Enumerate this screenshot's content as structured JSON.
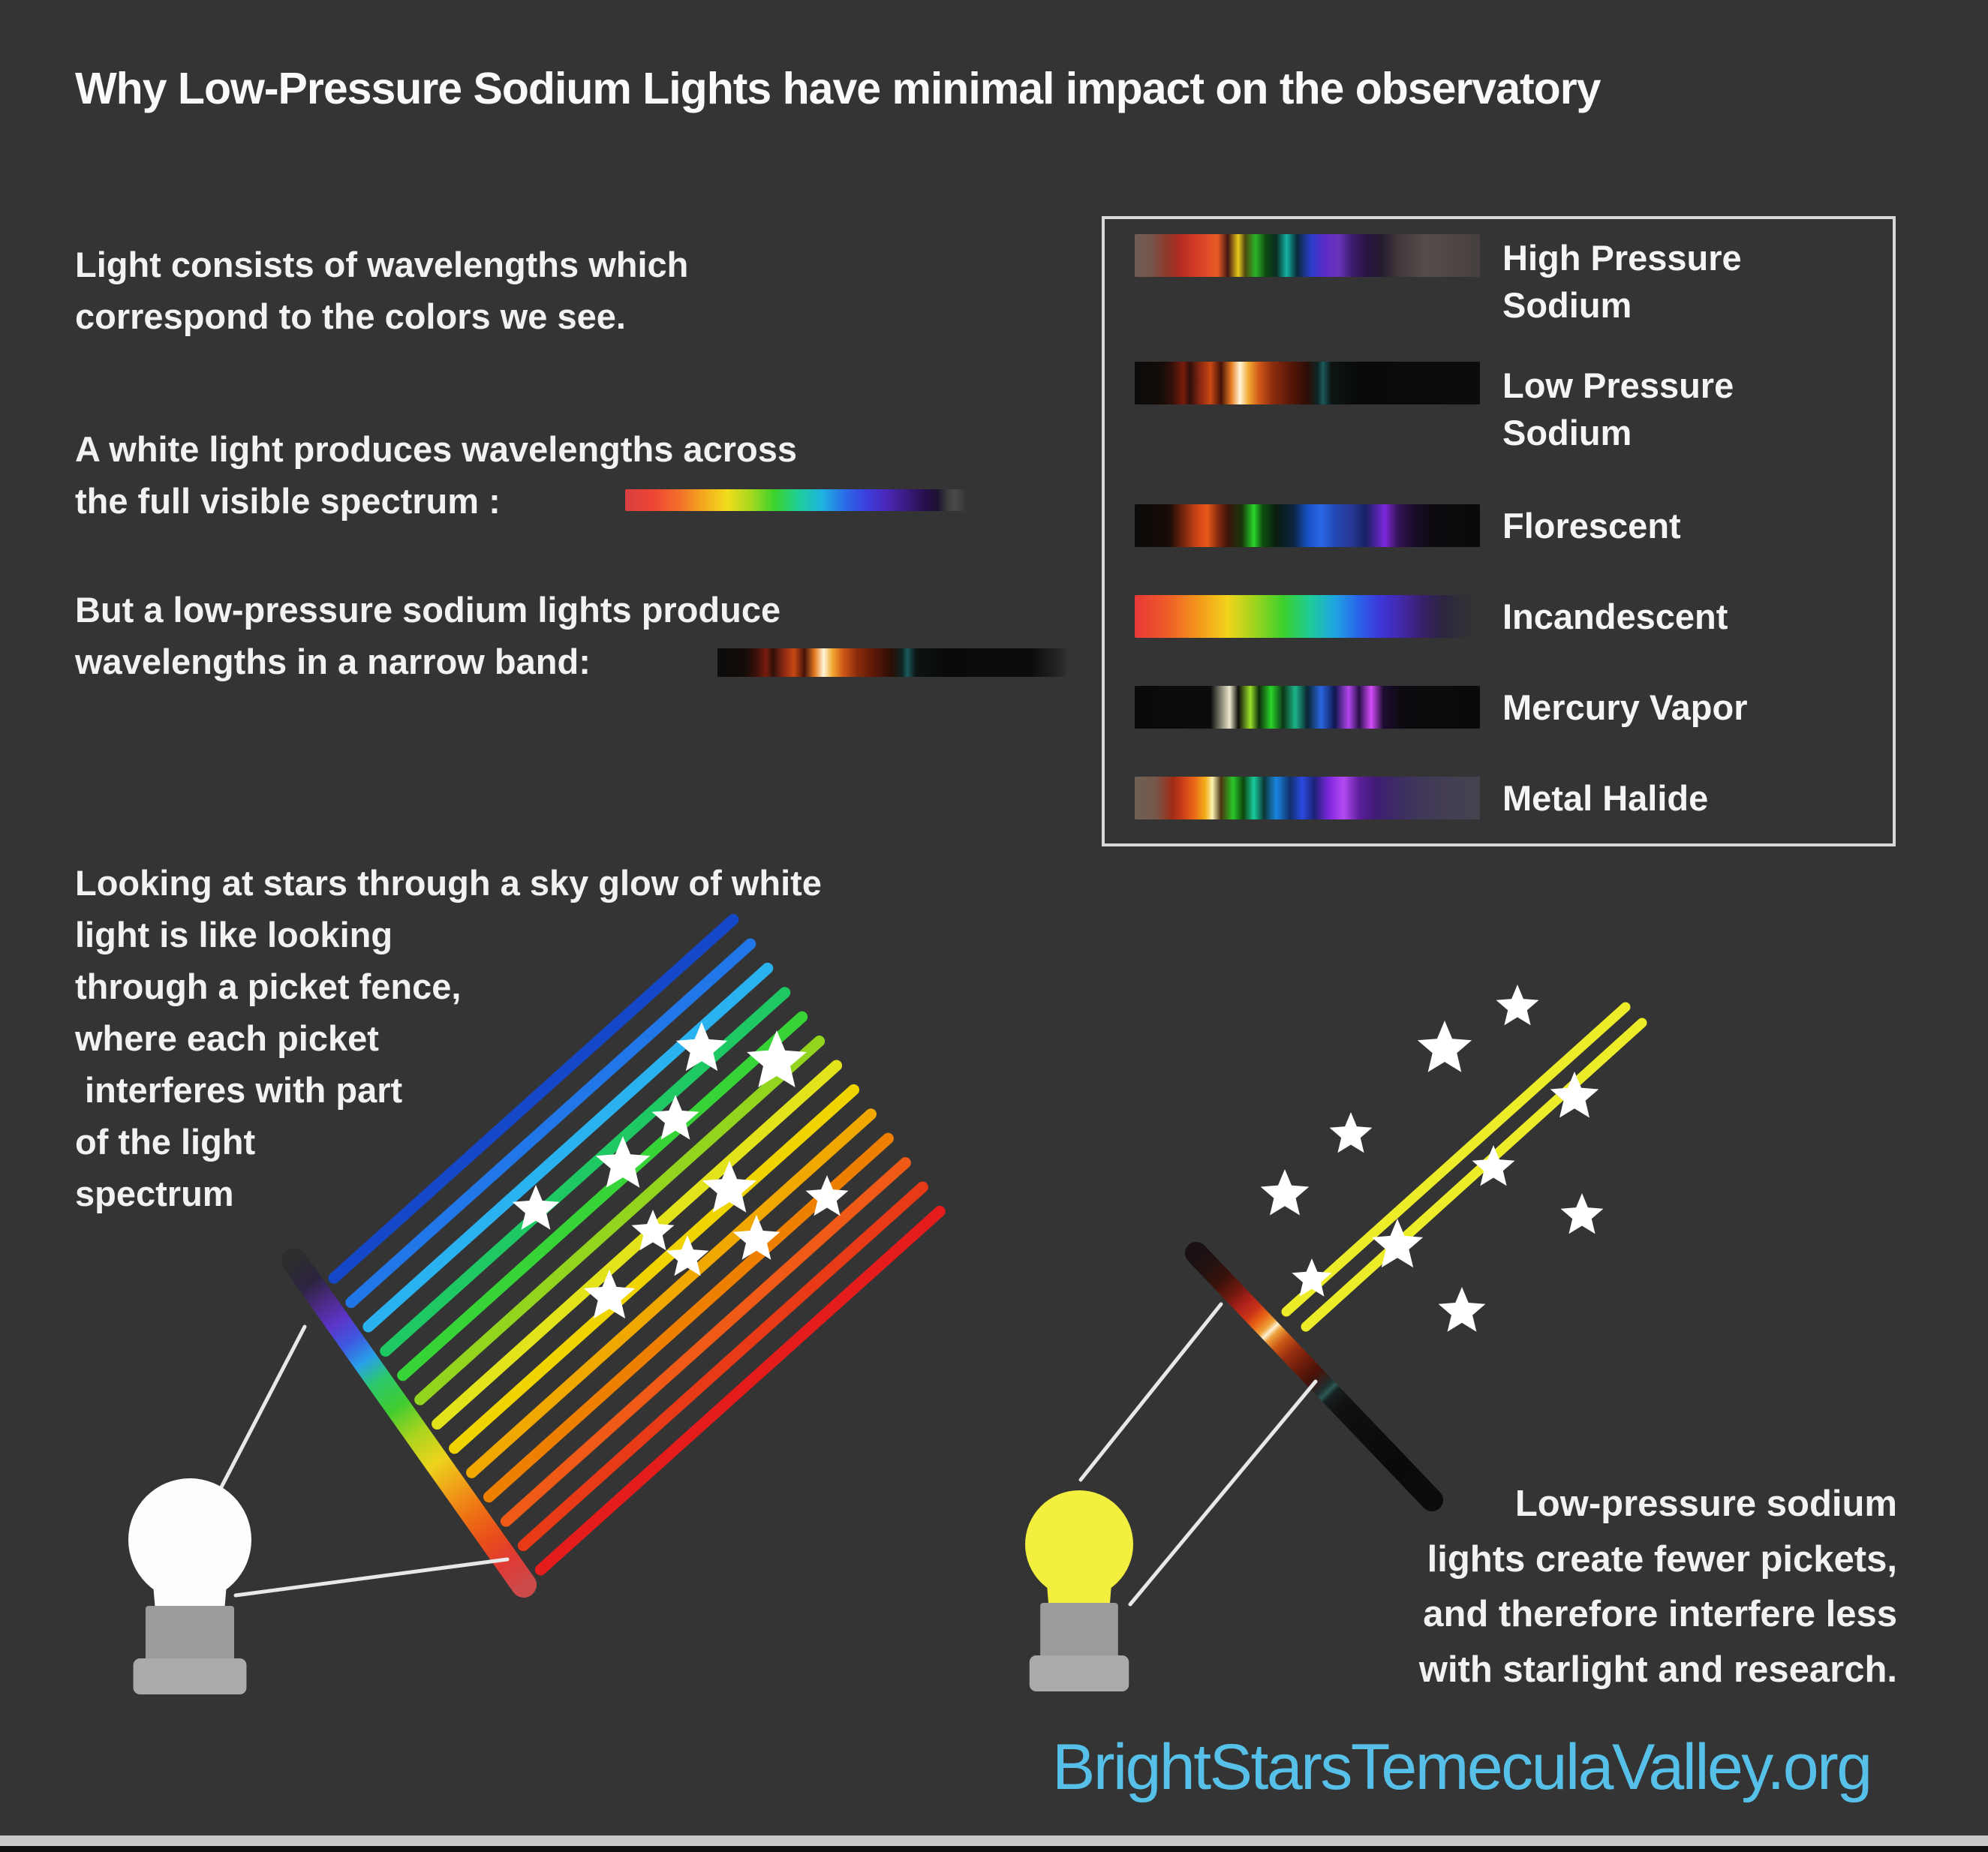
{
  "title": "Why Low-Pressure Sodium Lights have minimal impact on the observatory",
  "paragraphs": {
    "p1": [
      "Light consists of wavelengths which",
      "correspond to the colors we see."
    ],
    "p2": [
      "A white light produces wavelengths across",
      "the full visible spectrum :"
    ],
    "p3": [
      "But a low-pressure sodium lights produce",
      "wavelengths in a narrow band:"
    ],
    "p4": [
      "Looking at stars through a sky glow of white",
      "light is like looking",
      "through a picket fence,",
      "where each picket",
      " interferes with part",
      "of the light",
      "spectrum"
    ],
    "p5": [
      "Low-pressure sodium",
      "lights create fewer pickets,",
      "and therefore interfere less",
      "with starlight and research."
    ]
  },
  "website": "BrightStarsTemeculaValley.org",
  "colors": {
    "background": "#343434",
    "text": "#f2f2f2",
    "website_blue": "#57c0e8",
    "legend_border": "#d8d8d8",
    "footer_gray": "#c9c9c9",
    "footer_dark": "#101010",
    "spectrum_full": "#d84040 0%, #ee4434 8%, #f2702a 16%, #f4a81e 23%, #f2dc1c 30%, #a6d81e 37%, #3cd22c 44%, #1ecf96 51%, #1eb2e0 58%, #2a6ae8 65%, #3c3ede 71%, #4a28b8 77%, #3a1a80 83%, #281050 88%, #1c1230 92%, #3c3c3c 95%, #4a4a4a 97%, #3a3a3a 100%",
    "spectrum_lps": "#0c0c0c 0%, #140c08 8%, #38100a 11%, #781c0c 14%, #30100a 16%, #8c2812 19%, #c84814 22%, #441208 25%, #e87c22 28%, #fff6d8 30.5%, #f0a830 33%, #d05818 36%, #8c2c0c 40%, #5a1808 45%, #2c0e06 50%, #0e2424 53%, #1c5a5a 54.5%, #0c1414 57%, #0a0a0a 65%, #0c0c0c 90%, #222222 97%, #2e2e2e 100%"
  },
  "legend": {
    "items": [
      {
        "label": "High Pressure Sodium",
        "tall": true,
        "stops": "#6e5e55 0%, #76544a 5%, #8c3a2c 9%, #b02c22 13%, #d03824 17%, #e04c28 21%, #e85c24 24%, #401410 27%, #e8c81e 30%, #504810 32%, #2ab42a 35%, #0e4a12 38%, #0a2a22 41%, #16b2a2 44%, #0a2a36 47%, #2a3cc8 51%, #5a2cc8 55%, #6a34bc 59%, #3c1c6e 63%, #2a1444 67%, #241a30 71%, #3e3638 76%, #564e4c 84%, #4e4644 92%, #464040 100%"
      },
      {
        "label": "Low Pressure Sodium",
        "tall": true,
        "stops": "#0c0c0c 0%, #140c08 8%, #38100a 11%, #781c0c 14%, #30100a 16%, #8c2812 19%, #c84814 22%, #441208 25%, #e87c22 28%, #fff6d8 30.5%, #f0a830 33%, #d05818 36%, #8c2c0c 40%, #5a1808 45%, #2c0e06 50%, #0e2424 53%, #1c5a5a 54.5%, #0c1414 57%, #0a0a0a 65%, #0c0c0c 100%"
      },
      {
        "label": "Florescent",
        "tall": false,
        "stops": "#0a0a0a 0%, #180c06 10%, #8c2c10 15%, #cc4416 18%, #e85818 21%, #8c2c10 24%, #3c140a 27%, #16340c 31%, #2ad42a 34.5%, #0e500e 37%, #0a1c10 41%, #0a2440 46%, #1650c0 50%, #2a68e8 54%, #2248b4 58%, #283c9c 62%, #182064 67%, #7c28dc 72.5%, #38145c 76%, #180c28 81%, #0c0a0e 87%, #0a0a0a 100%"
      },
      {
        "label": "Incandescent",
        "tall": false,
        "stops": "#e83838 0%, #ee5a28 9%, #f4941c 18%, #f2d31c 27%, #9cd41e 35%, #3cd02c 43%, #1ecb9a 51%, #1ea4e4 58%, #2a62e8 65%, #3c36d8 71%, #4428ac 77%, #38206e 83%, #2c2440 89%, #303036 95%, #343434 100%"
      },
      {
        "label": "Mercury Vapor",
        "tall": false,
        "stops": "#0a0a0a 0%, #0c0c0c 22%, #ece8cc 27.5%, #0e0e0a 30%, #9ae22a 33.5%, #0e2c0c 36%, #2ad42a 39.5%, #0c3618 43%, #1cb488 46.5%, #0a2430 50%, #2a66e0 54%, #101650 58%, #b446ec 62%, #28104a 65%, #d44cfa 68.5%, #1c0c30 72%, #0c0a0e 78%, #0a0a0a 100%"
      },
      {
        "label": "Metal Halide",
        "tall": false,
        "stops": "#6e6054 0%, #74584a 6%, #a02c16 11%, #cc3e18 14%, #ea6c16 17.5%, #f2b01a 20.5%, #fdf2b4 22.5%, #4c3410 25%, #28c828 28.5%, #0e440e 31.5%, #18cc9c 34.5%, #0c3636 37.5%, #1a86e2 41%, #10306a 45%, #2a4ae0 48.5%, #1c2278 52%, #8228e0 56.5%, #b44af2 60.5%, #5c1e9c 65%, #3e1c74 70%, #3c2c64 76%, #403858 83%, #443e54 90%, #46424e 100%"
      }
    ]
  },
  "scene": {
    "star_color": "#ffffff",
    "connector_color": "#e8e8e8",
    "left": {
      "beam_colors": [
        "#1548c8",
        "#2176e8",
        "#29b2ef",
        "#1ec964",
        "#37d437",
        "#93d41e",
        "#e3e31c",
        "#f0d400",
        "#f0a800",
        "#ef7f00",
        "#ef5a16",
        "#e83a16",
        "#e51c1c"
      ],
      "stick_stops": [
        [
          0,
          "#2e2c2e"
        ],
        [
          0.07,
          "#2c2440"
        ],
        [
          0.13,
          "#4c2a86"
        ],
        [
          0.19,
          "#5b35c8"
        ],
        [
          0.25,
          "#3d5ae0"
        ],
        [
          0.31,
          "#28a0e8"
        ],
        [
          0.37,
          "#2cc86c"
        ],
        [
          0.45,
          "#3fcc30"
        ],
        [
          0.53,
          "#a8d41e"
        ],
        [
          0.62,
          "#ecd41c"
        ],
        [
          0.7,
          "#f0a018"
        ],
        [
          0.78,
          "#ee7014"
        ],
        [
          0.86,
          "#e84c1c"
        ],
        [
          0.93,
          "#e03a34"
        ],
        [
          1,
          "#cc4a4a"
        ]
      ],
      "bulb_glass": "#fdfdfd",
      "bulb_socket": "#9b9b9b",
      "bulb_base": "#aaaaaa"
    },
    "right": {
      "beam_color": "#ecec28",
      "stick_stops": [
        [
          0,
          "#181014"
        ],
        [
          0.06,
          "#241210"
        ],
        [
          0.11,
          "#3c120c"
        ],
        [
          0.16,
          "#6e180e"
        ],
        [
          0.2,
          "#a8201a"
        ],
        [
          0.24,
          "#cc3418"
        ],
        [
          0.27,
          "#e86214"
        ],
        [
          0.3,
          "#f0a43c"
        ],
        [
          0.315,
          "#fdf2d2"
        ],
        [
          0.33,
          "#eda03c"
        ],
        [
          0.36,
          "#cc5a16"
        ],
        [
          0.4,
          "#9a3010"
        ],
        [
          0.45,
          "#6c1c0a"
        ],
        [
          0.5,
          "#44120a"
        ],
        [
          0.545,
          "#203030"
        ],
        [
          0.56,
          "#2c5a56"
        ],
        [
          0.575,
          "#182020"
        ],
        [
          0.62,
          "#121012"
        ],
        [
          0.7,
          "#0e0e0e"
        ],
        [
          0.85,
          "#0a0a0a"
        ],
        [
          1,
          "#0c0c0c"
        ]
      ],
      "bulb_glass": "#f2ef3e",
      "bulb_socket": "#9b9b9b",
      "bulb_base": "#aaaaaa"
    }
  }
}
